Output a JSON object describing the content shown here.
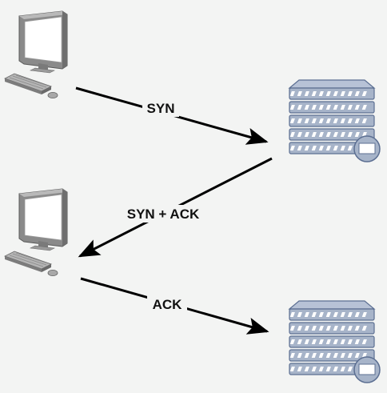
{
  "messages": {
    "syn": "SYN",
    "syn_ack": "SYN + ACK",
    "ack": "ACK"
  },
  "colors": {
    "background": "#f3f4f3",
    "arrow": "#000000",
    "monitor_frame": "#7a7a7a",
    "monitor_screen": "#ffffff",
    "server_fill": "#a7b4c9",
    "server_stroke": "#5c6f92",
    "label_text": "#111111"
  },
  "icons": {
    "client": "desktop-computer-icon",
    "server": "server-rack-icon"
  }
}
